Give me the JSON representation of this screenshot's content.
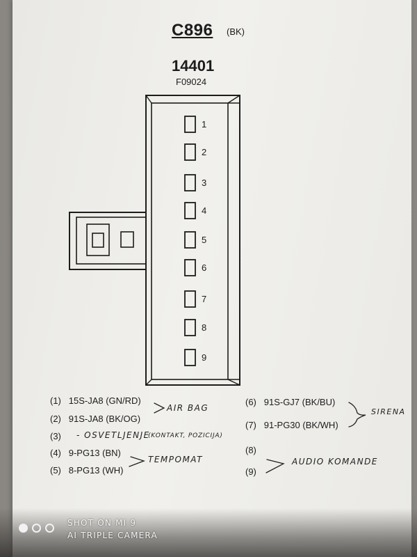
{
  "document": {
    "title": "C896",
    "color_code": "(BK)",
    "part_number": "14401",
    "sheet_code": "F09024"
  },
  "pins": [
    "1",
    "2",
    "3",
    "4",
    "5",
    "6",
    "7",
    "8",
    "9"
  ],
  "legend_left": [
    {
      "num": "(1)",
      "text": "15S-JA8 (GN/RD)"
    },
    {
      "num": "(2)",
      "text": "91S-JA8 (BK/OG)"
    },
    {
      "num": "(3)",
      "text": ""
    },
    {
      "num": "(4)",
      "text": "9-PG13 (BN)"
    },
    {
      "num": "(5)",
      "text": "8-PG13 (WH)"
    }
  ],
  "legend_right": [
    {
      "num": "(6)",
      "text": "91S-GJ7 (BK/BU)"
    },
    {
      "num": "(7)",
      "text": "91-PG30 (BK/WH)"
    },
    {
      "num": "(8)",
      "text": ""
    },
    {
      "num": "(9)",
      "text": ""
    }
  ],
  "handwritten": {
    "airbag": "AIR BAG",
    "lighting": "- OSVETLJENJE",
    "lighting_note": "(KONTAKT, POZICIJA)",
    "cruise": "TEMPOMAT",
    "siren": "SIRENA",
    "audio": "AUDIO KOMANDE"
  },
  "watermark": {
    "line1": "SHOT ON MI 9",
    "line2": "AI TRIPLE CAMERA"
  }
}
